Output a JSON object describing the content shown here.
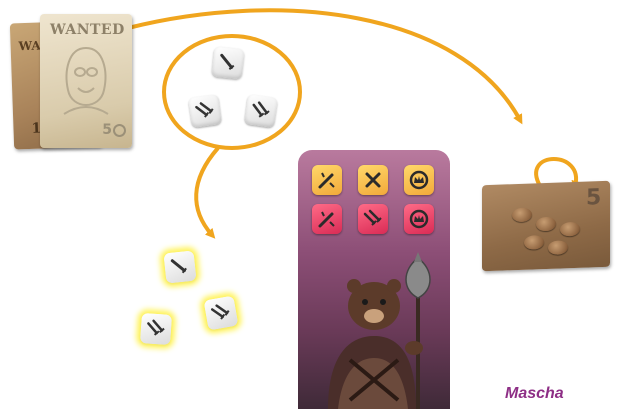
{
  "posters": {
    "front_title": "WANTED",
    "front_reward": "5",
    "back_title": "WA",
    "back_number": "1"
  },
  "dice_group_top": {
    "dice": [
      {
        "face": "one-sword-icon"
      },
      {
        "face": "two-swords-icon"
      },
      {
        "face": "two-swords-icon"
      }
    ]
  },
  "dice_group_result": {
    "dice": [
      {
        "face": "one-sword-icon",
        "highlighted": true
      },
      {
        "face": "two-swords-icon",
        "highlighted": true
      },
      {
        "face": "two-swords-icon",
        "highlighted": true
      }
    ]
  },
  "character_card": {
    "top_row": [
      {
        "face": "sword-burst-icon",
        "color": "yellow"
      },
      {
        "face": "cross-icon",
        "color": "yellow"
      },
      {
        "face": "crown-icon",
        "color": "yellow"
      }
    ],
    "bottom_row": [
      {
        "face": "sword-burst-icon",
        "color": "red"
      },
      {
        "face": "two-swords-icon",
        "color": "red"
      },
      {
        "face": "crown-icon",
        "color": "red"
      }
    ]
  },
  "reward_board": {
    "number": "5",
    "coins": 5
  },
  "character_name": "Mascha",
  "colors": {
    "arrow": "#f0a51e",
    "name": "#8e2f86",
    "glow": "#fff35a"
  }
}
